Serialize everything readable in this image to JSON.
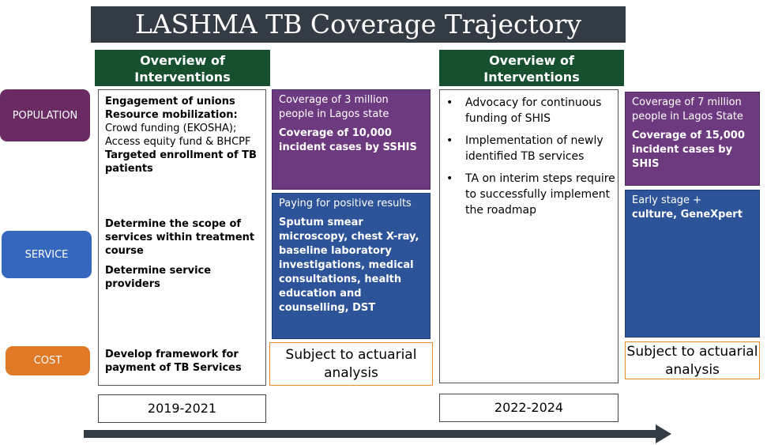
{
  "title": "LASHMA TB Coverage Trajectory",
  "overview_label": "Overview of Interventions",
  "row_labels": {
    "population": "POPULATION",
    "service": "SERVICE",
    "cost": "COST"
  },
  "left_interventions": {
    "population": [
      {
        "text": "Engagement of unions",
        "bold": true
      },
      {
        "text": "Resource mobilization:",
        "bold": true
      },
      {
        "text": "Crowd funding (EKOSHA); Access equity fund & BHCPF",
        "bold": false
      },
      {
        "text": "Targeted enrollment of TB patients",
        "bold": true
      }
    ],
    "service": [
      "Determine the scope of services within treatment course",
      "Determine service providers"
    ],
    "cost": "Develop framework for payment of TB Services"
  },
  "period1": {
    "label": "2019-2021",
    "population_head": "Coverage of 3 million people in Lagos state",
    "population_body": "Coverage of 10,000 incident cases by SSHIS",
    "service_head": "Paying for positive results",
    "service_body": "Sputum smear microscopy, chest X-ray, baseline laboratory investigations, medical consultations, health education and counselling, DST",
    "cost": "Subject to actuarial analysis"
  },
  "right_interventions": [
    "Advocacy for continuous funding of SHIS",
    "Implementation of newly identified TB services",
    "TA on interim steps require to successfully implement the roadmap"
  ],
  "period2": {
    "label": "2022-2024",
    "population_head": "Coverage of 7 million people in Lagos State",
    "population_body": "Coverage of 15,000 incident cases by SHIS",
    "service_head": "Early stage +",
    "service_body": "culture, GeneXpert",
    "cost": "Subject to actuarial analysis"
  },
  "colors": {
    "title_bg": "#333b45",
    "overview_bg": "#17502f",
    "population": "#6a2a63",
    "service": "#3567bf",
    "cost": "#e07a26",
    "purple_panel": "#6e3a7f",
    "blue_panel": "#2d5398",
    "arrow": "#333b45"
  }
}
